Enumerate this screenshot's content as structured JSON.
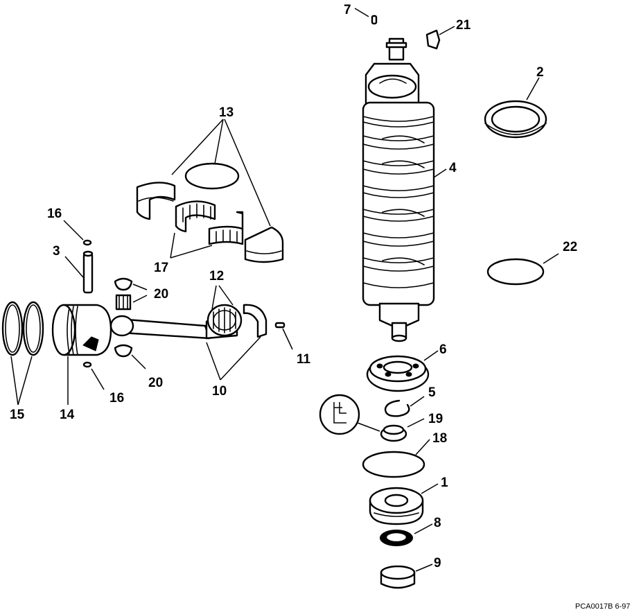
{
  "callouts": {
    "c1": "1",
    "c2": "2",
    "c3": "3",
    "c4": "4",
    "c5": "5",
    "c6": "6",
    "c7": "7",
    "c8": "8",
    "c9": "9",
    "c10": "10",
    "c11": "11",
    "c12": "12",
    "c13": "13",
    "c14": "14",
    "c15": "15",
    "c16a": "16",
    "c16b": "16",
    "c17": "17",
    "c18": "18",
    "c19": "19",
    "c20a": "20",
    "c20b": "20",
    "c21": "21",
    "c22": "22"
  },
  "drawing_code": "PCA0017B  6-97",
  "colors": {
    "ink": "#000000",
    "paper": "#ffffff"
  }
}
